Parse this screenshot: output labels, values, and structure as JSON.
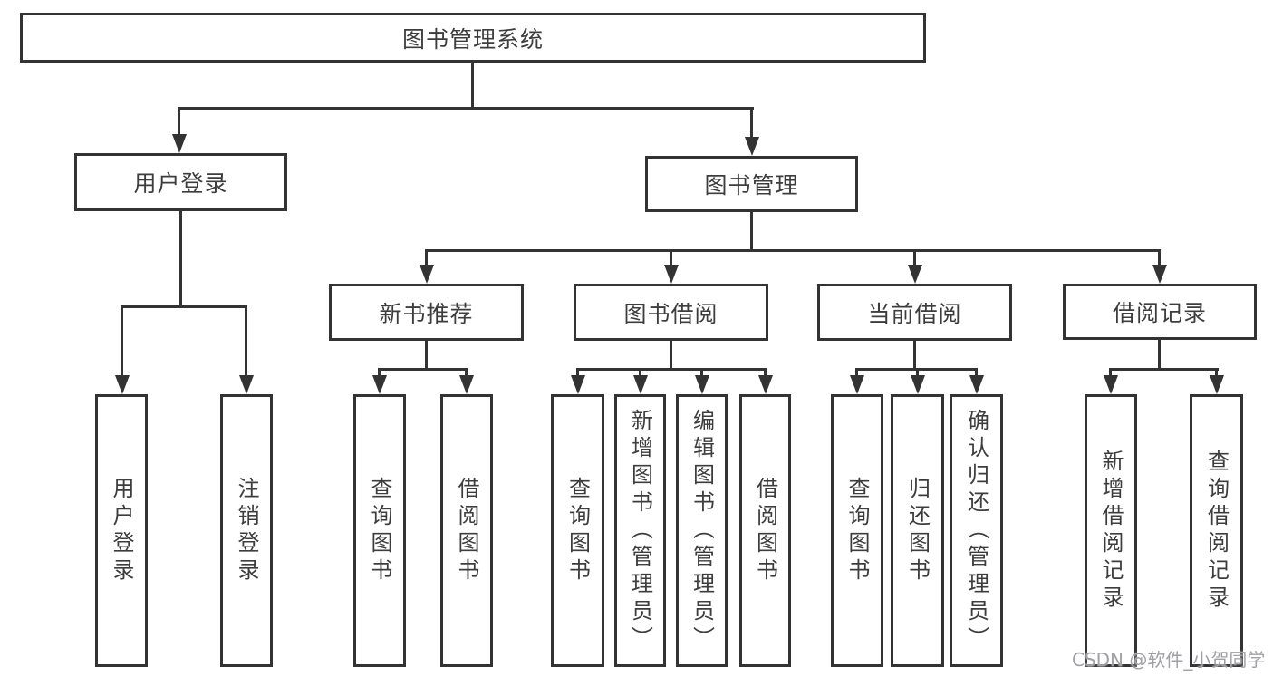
{
  "colors": {
    "background": "#ffffff",
    "box_border": "#333333",
    "connector_line": "#333333",
    "text": "#3d3d3d",
    "watermark": "#a0a0a5"
  },
  "tree": {
    "root": {
      "label": "图书管理系统"
    },
    "branches": [
      {
        "label": "用户登录",
        "children": [
          {
            "label": "用户登录"
          },
          {
            "label": "注销登录"
          }
        ]
      },
      {
        "label": "图书管理",
        "children": [
          {
            "label": "新书推荐",
            "children": [
              {
                "label": "查询图书"
              },
              {
                "label": "借阅图书"
              }
            ]
          },
          {
            "label": "图书借阅",
            "children": [
              {
                "label": "查询图书"
              },
              {
                "label": "新增图书（管理员）"
              },
              {
                "label": "编辑图书（管理员）"
              },
              {
                "label": "借阅图书"
              }
            ]
          },
          {
            "label": "当前借阅",
            "children": [
              {
                "label": "查询图书"
              },
              {
                "label": "归还图书"
              },
              {
                "label": "确认归还（管理员）"
              }
            ]
          },
          {
            "label": "借阅记录",
            "children": [
              {
                "label": "新增借阅记录"
              },
              {
                "label": "查询借阅记录"
              }
            ]
          }
        ]
      }
    ]
  },
  "watermark": {
    "label": "CSDN @软件_小贺同学"
  }
}
